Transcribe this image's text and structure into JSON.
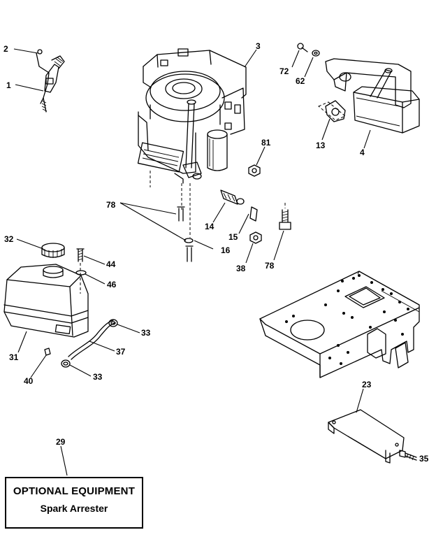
{
  "callouts": {
    "c2": "2",
    "c1": "1",
    "c3": "3",
    "c72": "72",
    "c62": "62",
    "c13": "13",
    "c4": "4",
    "c81": "81",
    "c78a": "78",
    "c14": "14",
    "c15": "15",
    "c16": "16",
    "c38": "38",
    "c78b": "78",
    "c32": "32",
    "c44": "44",
    "c46": "46",
    "c31": "31",
    "c33a": "33",
    "c37": "37",
    "c40": "40",
    "c33b": "33",
    "c23": "23",
    "c35": "35",
    "c29": "29"
  },
  "optional_equipment": {
    "title": "OPTIONAL EQUIPMENT",
    "item": "Spark Arrester"
  }
}
